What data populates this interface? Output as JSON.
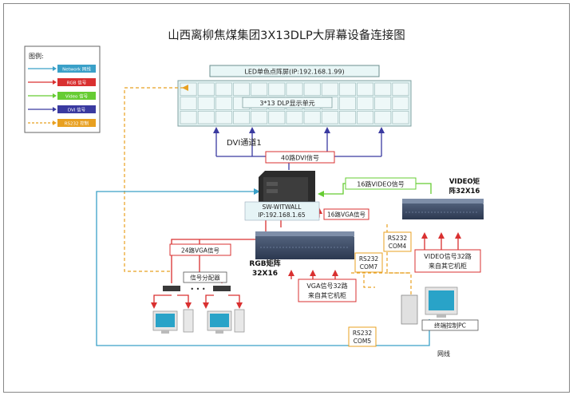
{
  "title": "山西离柳焦煤集团3X13DLP大屏幕设备连接图",
  "legend": {
    "heading": "图例:",
    "items": [
      {
        "label": "Network 网线",
        "color": "#3aa0c8"
      },
      {
        "label": "RGB 信号",
        "color": "#d93030"
      },
      {
        "label": "Video 信号",
        "color": "#66cc33"
      },
      {
        "label": "DVI 信号",
        "color": "#3a3aa0"
      },
      {
        "label": "RS232 控制",
        "color": "#e8a020"
      }
    ]
  },
  "led_panel": "LED单色点阵屏(IP:192.168.1.99)",
  "dlp_wall": {
    "label": "3*13  DLP显示单元",
    "rows": 3,
    "cols": 13
  },
  "dvi_channel": "DVI通道1",
  "dvi_signal_box": "40路DVI信号",
  "wall_controller": {
    "name": "SW-WITWALL",
    "ip": "IP:192.168.1.65"
  },
  "video_signal_box": "16路VIDEO信号",
  "video_matrix": {
    "line1": "VIDEO矩",
    "line2": "阵32X16"
  },
  "rgb_vga_box": "16路VGA信号",
  "rgb_matrix": {
    "line1": "RGB矩阵",
    "line2": "32X16"
  },
  "rs232_com4": {
    "line1": "RS232",
    "line2": "COM4"
  },
  "rs232_com7": {
    "line1": "RS232",
    "line2": "COM7"
  },
  "rs232_com5": {
    "line1": "RS232",
    "line2": "COM5"
  },
  "vga24_box": "24路VGA信号",
  "splitter": "信号分配器",
  "ellipsis": "• • •",
  "vga_source": {
    "line1": "VGA信号32路",
    "line2": "来自其它机柜"
  },
  "video_source": {
    "line1": "VIDEO信号32路",
    "line2": "来自其它机柜"
  },
  "control_pc": "终端控制PC",
  "network_label": "网线"
}
